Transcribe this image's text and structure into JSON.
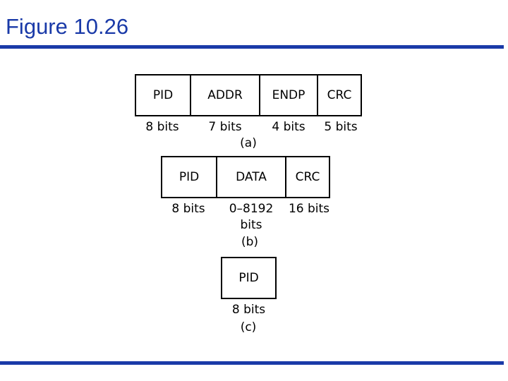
{
  "title": "Figure 10.26",
  "packet_a": {
    "fields": [
      "PID",
      "ADDR",
      "ENDP",
      "CRC"
    ],
    "sizes": [
      "8 bits",
      "7 bits",
      "4 bits",
      "5 bits"
    ],
    "caption": "(a)"
  },
  "packet_b": {
    "fields": [
      "PID",
      "DATA",
      "CRC"
    ],
    "sizes": [
      "8 bits",
      "0–8192",
      "16 bits"
    ],
    "size_extra": "bits",
    "caption": "(b)"
  },
  "packet_c": {
    "fields": [
      "PID"
    ],
    "sizes": [
      "8 bits"
    ],
    "caption": "(c)"
  },
  "colors": {
    "accent": "#1a3aa8"
  }
}
